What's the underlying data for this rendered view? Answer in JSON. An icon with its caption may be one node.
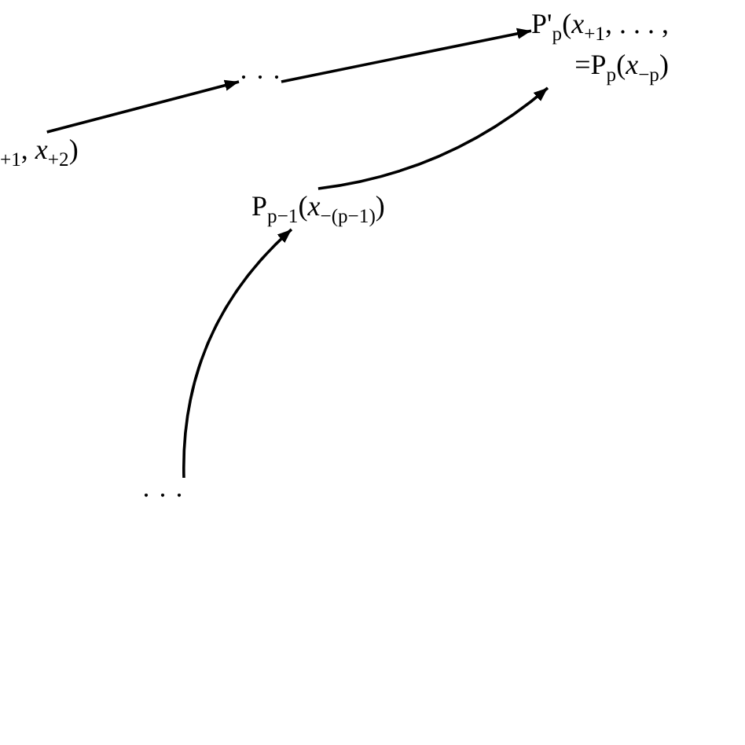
{
  "diagram": {
    "nodes": [
      {
        "text": [
          "$_{+1}$, *x*$_{+2}$)"
        ]
      },
      {
        "text": [
          "· · ·"
        ]
      },
      {
        "text": [
          "P'$_{p}$(*x*$_{+1}$, . . . ,",
          "=P$_{p}$(*x*$_{−p}$)"
        ]
      },
      {
        "text": [
          "P$_{p−1}$(*x*$_{−(p−1)}$)"
        ]
      },
      {
        "text": [
          "· · ·"
        ]
      }
    ],
    "edges": [
      {
        "from": 0,
        "to": 1,
        "arrow": "to"
      },
      {
        "from": 1,
        "to": 2,
        "arrow": "to"
      },
      {
        "from": 3,
        "to": 2,
        "arrow": "to"
      },
      {
        "from": 4,
        "to": 3,
        "arrow": "to"
      }
    ]
  }
}
